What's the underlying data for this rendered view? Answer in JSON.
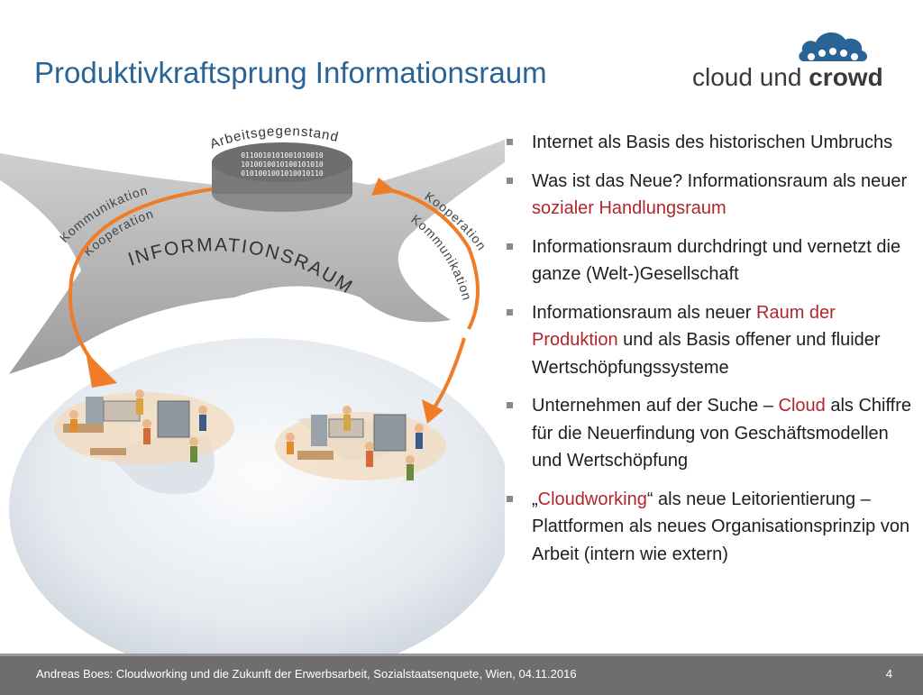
{
  "slide": {
    "title": "Produktivkraftsprung Informationsraum",
    "logo": {
      "part1": "cloud und ",
      "part2": "crowd",
      "icon": "cloud-crowd-icon"
    },
    "illustration": {
      "top_label": "Arbeitsgegenstand",
      "binary": [
        "0110010101001010010",
        "1010010010100101010",
        "0101001001010010110"
      ],
      "left_labels": [
        "Kommunikation",
        "Kooperation"
      ],
      "right_labels": [
        "Kooperation",
        "Kommunikation"
      ],
      "center_label": "INFORMATIONSRAUM",
      "arrow_color": "#f07c28"
    },
    "bullets": [
      {
        "parts": [
          {
            "text": "Internet als Basis des historischen Umbruchs",
            "hl": false
          }
        ]
      },
      {
        "parts": [
          {
            "text": "Was ist das Neue? Informationsraum als neuer ",
            "hl": false
          },
          {
            "text": "sozialer Handlungsraum",
            "hl": true
          }
        ]
      },
      {
        "parts": [
          {
            "text": "Informationsraum durchdringt und vernetzt die ganze (Welt-)Gesellschaft",
            "hl": false
          }
        ]
      },
      {
        "parts": [
          {
            "text": "Informationsraum als neuer ",
            "hl": false
          },
          {
            "text": "Raum der Produktion",
            "hl": true
          },
          {
            "text": " und als Basis offener und fluider Wertschöpfungssysteme",
            "hl": false
          }
        ]
      },
      {
        "parts": [
          {
            "text": "Unternehmen auf der Suche – ",
            "hl": false
          },
          {
            "text": "Cloud",
            "hl": true
          },
          {
            "text": " als Chiffre für die Neuerfindung von Geschäftsmodellen und Wertschöpfung",
            "hl": false
          }
        ]
      },
      {
        "parts": [
          {
            "text": "„",
            "hl": false
          },
          {
            "text": "Cloudworking",
            "hl": true
          },
          {
            "text": "“ als neue Leitorientierung – Plattformen als neues Organisationsprinzip von Arbeit (intern wie extern)",
            "hl": false
          }
        ]
      }
    ],
    "footer": "Andreas Boes: Cloudworking und die Zukunft der Erwerbsarbeit, Sozialstaatsenquete, Wien, 04.11.2016",
    "page_number": "4",
    "highlight_color": "#b0262b",
    "title_color": "#2a6496"
  }
}
